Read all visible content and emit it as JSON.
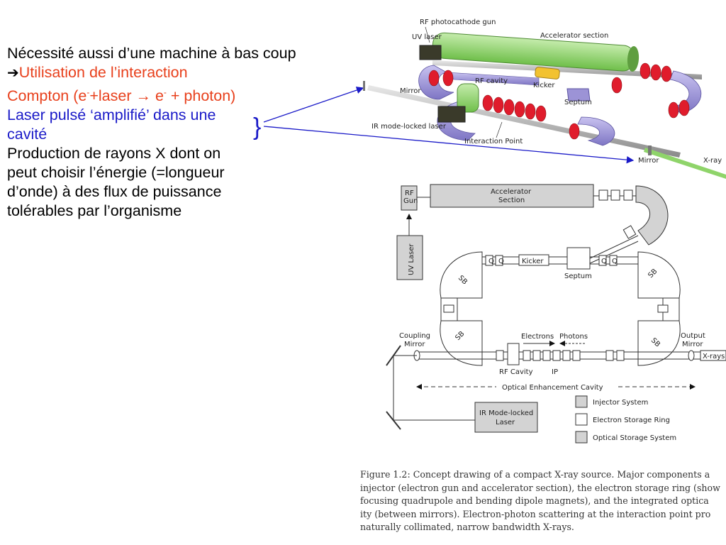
{
  "slide": {
    "line1": "Nécessité aussi d’une machine à bas coup",
    "arrow_symbol": "➔",
    "line2": "Utilisation de l’interaction",
    "line3": "Compton (e-+laser → e- + photon)",
    "line3_parts": {
      "a": "Compton (e",
      "sup1": "-",
      "b": "+laser → e",
      "sup2": "-",
      "c": " + photon)"
    },
    "line4": "Laser pulsé ‘amplifié’ dans une",
    "line5": "cavité",
    "line6": "Production de rayons X dont on",
    "line7": "peut choisir l’énergie (=longueur",
    "line8": "d’onde) à des flux de puissance",
    "line9": "tolérables par l’organisme",
    "brace": "}"
  },
  "rendering": {
    "labels": {
      "rf_gun": "RF photocathode gun",
      "uv_laser": "UV laser",
      "accel": "Accelerator section",
      "rf_cavity": "RF cavity",
      "kicker": "Kicker",
      "mirror": "Mirror",
      "septum": "Septum",
      "ir_laser": "IR mode-locked laser",
      "ip": "Interaction Point",
      "mirror2": "Mirror",
      "xray": "X-ray"
    }
  },
  "schematic": {
    "rf_gun_1": "RF",
    "rf_gun_2": "Gun",
    "accel_1": "Accelerator",
    "accel_2": "Section",
    "uv_laser": "UV Laser",
    "kicker": "Kicker",
    "septum": "Septum",
    "coupling_1": "Coupling",
    "coupling_2": "Mirror",
    "output_1": "Output",
    "output_2": "Mirror",
    "xrays": "X-rays",
    "electrons": "Electrons",
    "photons": "Photons",
    "rf_cavity": "RF Cavity",
    "ip": "IP",
    "cavity": "Optical Enhancement Cavity",
    "ir_1": "IR Mode-locked",
    "ir_2": "Laser",
    "q": "Q",
    "sb": "SB",
    "legend": [
      "Injector System",
      "Electron Storage Ring",
      "Optical Storage System"
    ]
  },
  "caption": {
    "l1": "Figure 1.2: Concept drawing of a compact X-ray source. Major components a",
    "l2": "injector (electron gun and accelerator section), the electron storage ring (show",
    "l3": "focusing quadrupole and bending dipole magnets), and the integrated optica",
    "l4": "ity (between mirrors). Electron-photon scattering at the interaction point pro",
    "l5": "naturally collimated, narrow bandwidth X-rays."
  },
  "colors": {
    "red_text": "#e8401c",
    "blue_text": "#1a1ac8",
    "pipe_green": "#8fd46a",
    "magnet_purple": "#9c93d6",
    "magnet_red": "#e01c2c",
    "gray_fill": "#d3d3d3"
  }
}
